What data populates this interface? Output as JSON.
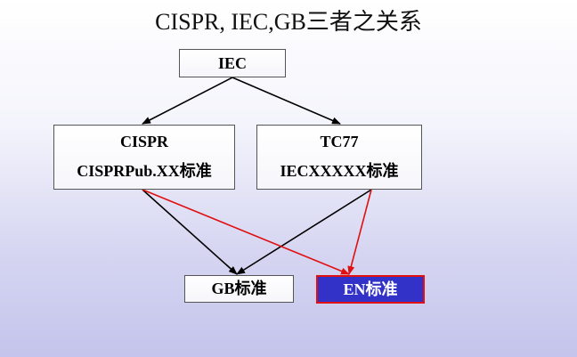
{
  "title": "CISPR, IEC,GB三者之关系",
  "nodes": {
    "iec": {
      "label": "IEC"
    },
    "cispr": {
      "label": "CISPR",
      "sublabel": "CISPRPub.XX标准"
    },
    "tc77": {
      "label": "TC77",
      "sublabel": "IECXXXXX标准"
    },
    "gb": {
      "label": "GB标准"
    },
    "en": {
      "label": "EN标准"
    }
  },
  "edges": [
    {
      "from": "iec",
      "to": "cispr",
      "color": "#000000"
    },
    {
      "from": "iec",
      "to": "tc77",
      "color": "#000000"
    },
    {
      "from": "cispr",
      "to": "gb",
      "color": "#000000"
    },
    {
      "from": "tc77",
      "to": "gb",
      "color": "#000000"
    },
    {
      "from": "cispr",
      "to": "en",
      "color": "#e01010"
    },
    {
      "from": "tc77",
      "to": "en",
      "color": "#e01010"
    }
  ],
  "colors": {
    "en_fill": "#3232c8",
    "en_border": "#e01010",
    "red_arrow": "#e01010",
    "black_arrow": "#000000"
  }
}
